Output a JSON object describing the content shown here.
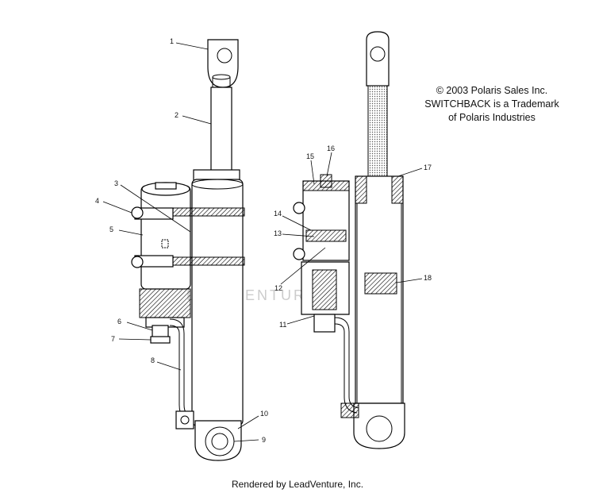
{
  "copyright": {
    "line1": "© 2003 Polaris Sales Inc.",
    "line2": "SWITCHBACK is a Trademark",
    "line3": "of Polaris Industries"
  },
  "watermark": "LEADVENTURE",
  "footer": "Rendered by LeadVenture, Inc.",
  "callouts": [
    "1",
    "2",
    "3",
    "4",
    "5",
    "6",
    "7",
    "8",
    "9",
    "10",
    "11",
    "12",
    "13",
    "14",
    "15",
    "16",
    "17",
    "18"
  ]
}
